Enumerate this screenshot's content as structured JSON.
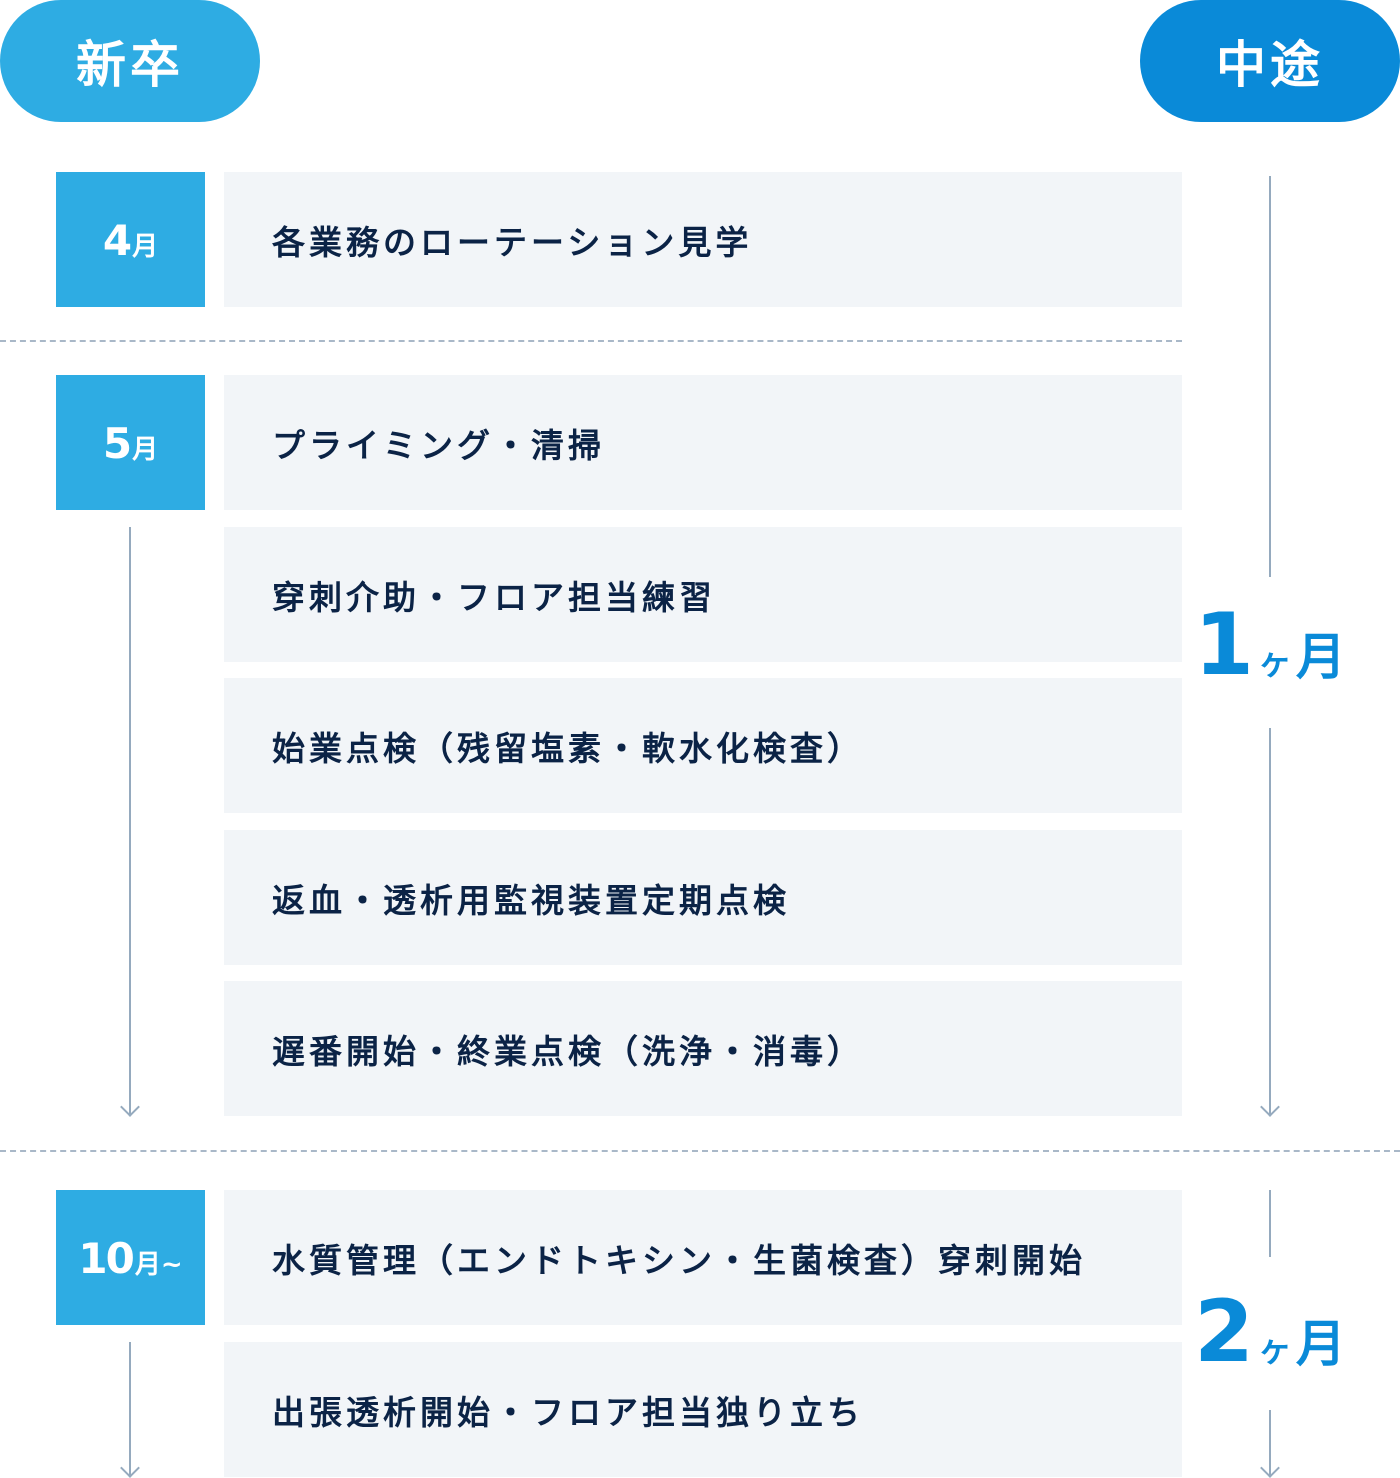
{
  "header": {
    "new_grad": "新卒",
    "mid_career": "中途"
  },
  "colors": {
    "new_grad": "#2EACE3",
    "mid_career": "#0A8AD8",
    "row_bg": "#F2F5F8",
    "text": "#0B2346",
    "arrow": "#95AABE"
  },
  "months": [
    {
      "num": "4",
      "unit": "月"
    },
    {
      "num": "5",
      "unit": "月"
    },
    {
      "num": "10",
      "unit": "月~"
    }
  ],
  "rows": [
    "各業務のローテーション見学",
    "プライミング・清掃",
    "穿刺介助・フロア担当練習",
    "始業点検（残留塩素・軟水化検査）",
    "返血・透析用監視装置定期点検",
    "遅番開始・終業点検（洗浄・消毒）",
    "水質管理（エンドトキシン・生菌検査）穿刺開始",
    "出張透析開始・フロア担当独り立ち"
  ],
  "durations": [
    {
      "num": "1",
      "ke": "ヶ",
      "unit": "月"
    },
    {
      "num": "2",
      "ke": "ヶ",
      "unit": "月"
    }
  ]
}
